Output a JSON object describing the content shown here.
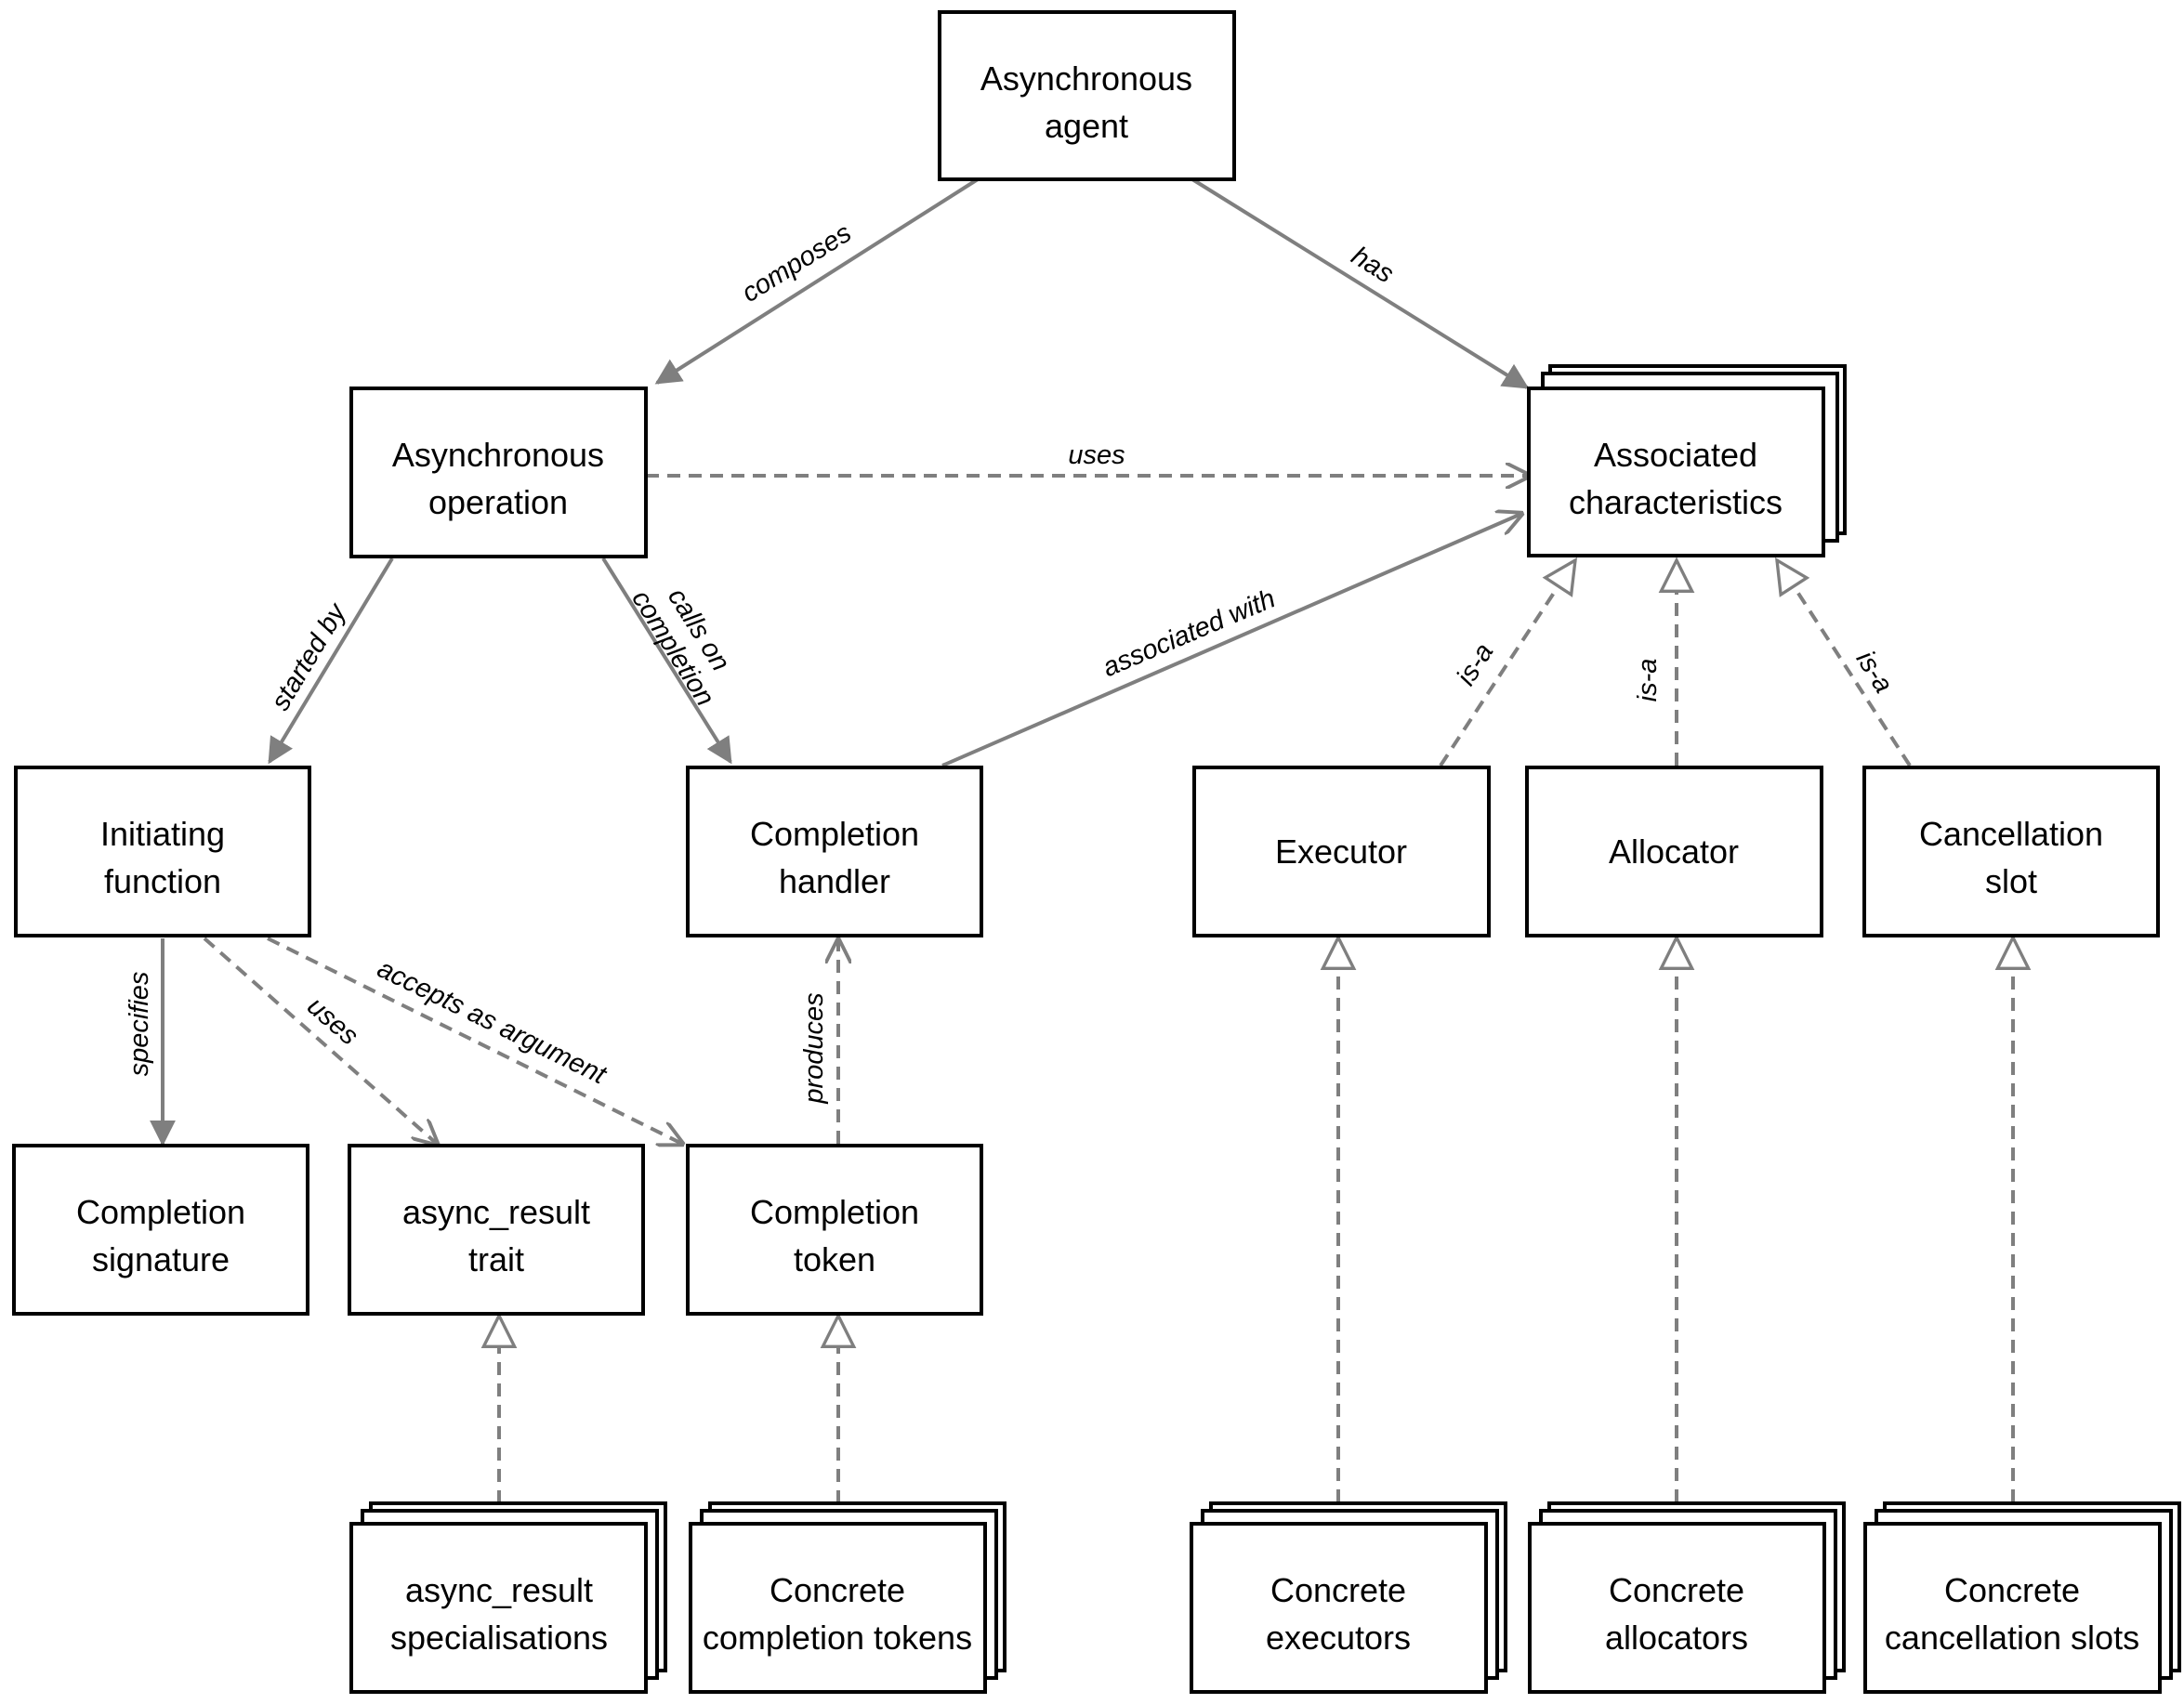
{
  "nodes": {
    "agent": [
      "Asynchronous",
      "agent"
    ],
    "operation": [
      "Asynchronous",
      "operation"
    ],
    "characteristics": [
      "Associated",
      "characteristics"
    ],
    "initiating": [
      "Initiating",
      "function"
    ],
    "handler": [
      "Completion",
      "handler"
    ],
    "executor": [
      "Executor"
    ],
    "allocator": [
      "Allocator"
    ],
    "cancellation": [
      "Cancellation",
      "slot"
    ],
    "signature": [
      "Completion",
      "signature"
    ],
    "trait": [
      "async_result",
      "trait"
    ],
    "token": [
      "Completion",
      "token"
    ],
    "specialisations": [
      "async_result",
      "specialisations"
    ],
    "concrete_tokens": [
      "Concrete",
      "completion tokens"
    ],
    "concrete_executors": [
      "Concrete",
      "executors"
    ],
    "concrete_allocators": [
      "Concrete",
      "allocators"
    ],
    "concrete_slots": [
      "Concrete",
      "cancellation slots"
    ]
  },
  "edges": {
    "composes": "composes",
    "has": "has",
    "uses_top": "uses",
    "started_by": "started by",
    "calls_on_1": "calls on",
    "calls_on_2": "completion",
    "associated_with": "associated with",
    "isa_executor": "is-a",
    "isa_allocator": "is-a",
    "isa_cancellation": "is-a",
    "specifies": "specifies",
    "uses_trait": "uses",
    "accepts_as_argument": "accepts as argument",
    "produces": "produces"
  },
  "colors": {
    "box_border": "#000000",
    "arrow": "#7f7f7f",
    "background": "#ffffff"
  }
}
